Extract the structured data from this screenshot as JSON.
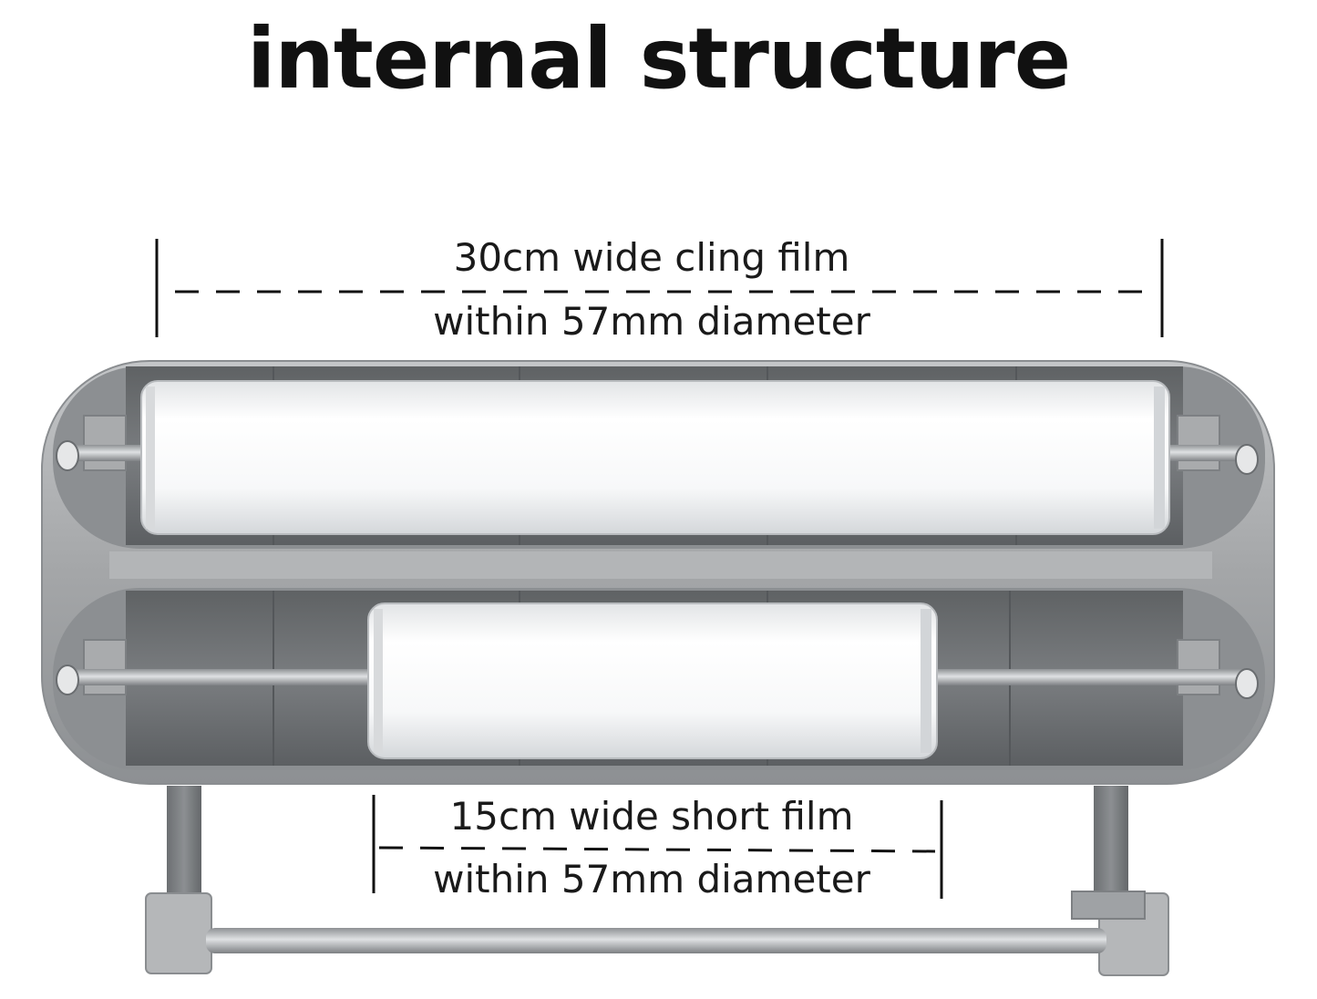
{
  "title": "internal structure",
  "wide_film": {
    "line1": "30cm wide cling film",
    "line2": "within 57mm diameter"
  },
  "short_film": {
    "line1": "15cm wide short film",
    "line2": "within 57mm diameter"
  },
  "colors": {
    "housing": "#9a9c9e",
    "housing_inner": "#6f7274",
    "roll": "#f4f5f6",
    "rod": "#b8bbbe",
    "text": "#111111"
  }
}
